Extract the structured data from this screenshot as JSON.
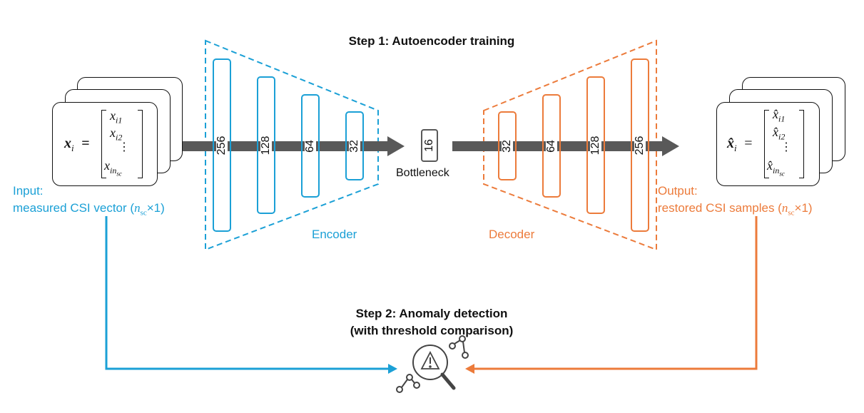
{
  "step1_title": "Step 1: Autoencoder training",
  "step2_title_line1": "Step 2: Anomaly detection",
  "step2_title_line2": "(with threshold comparison)",
  "encoder": {
    "label": "Encoder",
    "layers": [
      "256",
      "128",
      "64",
      "32"
    ],
    "color": "#1ba0d6"
  },
  "bottleneck": {
    "value": "16",
    "label": "Bottleneck"
  },
  "decoder": {
    "label": "Decoder",
    "layers": [
      "32",
      "64",
      "128",
      "256"
    ],
    "color": "#ec7b3b"
  },
  "input": {
    "label_line1": "Input:",
    "label_line2": "measured CSI vector (",
    "label_nsc": "n",
    "label_nsc_sub": "sc",
    "label_tail": "×1)",
    "vector_symbol": "x",
    "vector_sub": "i",
    "entries": [
      "x",
      "x",
      "⋮",
      "x"
    ],
    "entry_subs": [
      "i1",
      "i2",
      "",
      "in"
    ],
    "last_subsub": "sc"
  },
  "output": {
    "label_line1": "Output:",
    "label_line2": "restored CSI samples (",
    "label_nsc": "n",
    "label_nsc_sub": "sc",
    "label_tail": "×1)",
    "vector_symbol": "x̂",
    "vector_sub": "i",
    "entries": [
      "x̂",
      "x̂",
      "⋮",
      "x̂"
    ],
    "entry_subs": [
      "i1",
      "i2",
      "",
      "in"
    ],
    "last_subsub": "sc"
  },
  "icons": {
    "detector": "magnifier-warning-icon"
  },
  "colors": {
    "arrow": "#595959",
    "blue": "#1ba0d6",
    "orange": "#ec7b3b"
  }
}
